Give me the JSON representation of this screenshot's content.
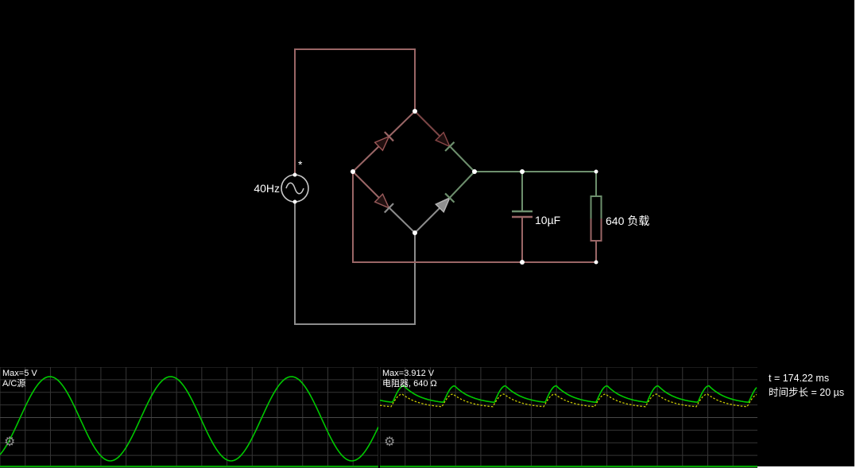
{
  "app": {
    "name": "circuit-simulator"
  },
  "colors": {
    "background": "#000000",
    "wire_positive_green": "#6d8f6d",
    "wire_negative_red": "#9a6666",
    "wire_neutral_gray": "#8c8c8c",
    "node_dot": "#ffffff",
    "grid_line": "#353535",
    "trace_voltage_green": "#00c800",
    "trace_current_yellow": "#c8c800",
    "scope_divider_green": "#00a800",
    "text": "#ffffff"
  },
  "circuit": {
    "source": {
      "type": "ac-voltage-source",
      "label": "40Hz",
      "marker": "*"
    },
    "bridge_rectifier": {
      "diode_count": 4
    },
    "capacitor": {
      "label": "10µF"
    },
    "resistor": {
      "label": "640 负载"
    }
  },
  "status": {
    "time": "t = 174.22 ms",
    "timestep": "时间步长 = 20 µs"
  },
  "icons": {
    "scope_settings": "⚙"
  },
  "chart_data": [
    {
      "type": "line",
      "title": "A/C源",
      "max_label": "Max=5 V",
      "x_axis": "time",
      "y_unit": "V",
      "y_range": [
        -5,
        5
      ],
      "grid": true,
      "t_now_ms": 174.22,
      "series": [
        {
          "name": "A/C source voltage",
          "color": "#00c800",
          "waveform": "sine",
          "amplitude_V": 5,
          "frequency_Hz": 40,
          "period_ms": 25,
          "max_V": 5
        }
      ]
    },
    {
      "type": "line",
      "title": "电阻器, 640 Ω",
      "max_label": "Max=3.912 V",
      "x_axis": "time",
      "y_range": [
        -5,
        5
      ],
      "grid": true,
      "t_now_ms": 174.22,
      "series": [
        {
          "name": "resistor voltage",
          "color": "#00c800",
          "waveform": "full-wave rectified with capacitor ripple",
          "ripple_frequency_Hz": 80,
          "peak_V": 3.912,
          "trough_V": 1.95
        },
        {
          "name": "resistor current",
          "color": "#c8c800",
          "waveform": "full-wave rectified with capacitor ripple",
          "ripple_frequency_Hz": 80,
          "peak_mA": 6.11,
          "trough_mA": 3.0
        }
      ]
    }
  ]
}
